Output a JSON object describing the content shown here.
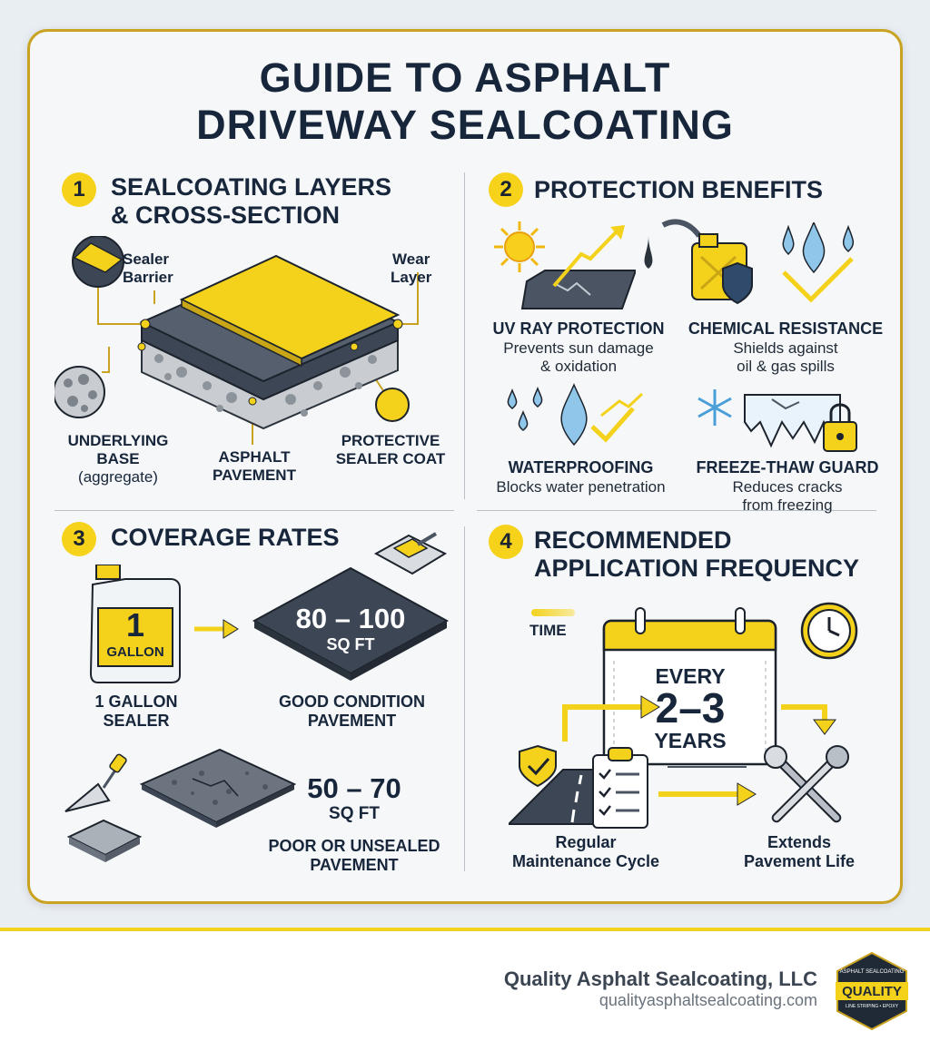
{
  "title": {
    "line1": "GUIDE TO ASPHALT",
    "line2": "DRIVEWAY SEALCOATING"
  },
  "section1": {
    "number": "1",
    "heading_line1": "SEALCOATING LAYERS",
    "heading_line2": "& CROSS-SECTION",
    "labels": {
      "sealer_barrier_1": "Sealer",
      "sealer_barrier_2": "Barrier",
      "wear_layer_1": "Wear",
      "wear_layer_2": "Layer",
      "underlying_base_1": "UNDERLYING",
      "underlying_base_2": "BASE",
      "underlying_base_3": "(aggregate)",
      "asphalt_pavement_1": "ASPHALT",
      "asphalt_pavement_2": "PAVEMENT",
      "protective_coat_1": "PROTECTIVE",
      "protective_coat_2": "SEALER COAT"
    }
  },
  "section2": {
    "number": "2",
    "heading": "PROTECTION BENEFITS",
    "items": [
      {
        "title": "UV RAY PROTECTION",
        "desc1": "Prevents sun damage",
        "desc2": "& oxidation",
        "icon": "sun-icon"
      },
      {
        "title": "CHEMICAL RESISTANCE",
        "desc1": "Shields against",
        "desc2": "oil & gas spills",
        "icon": "gas-can-icon"
      },
      {
        "title": "WATERPROOFING",
        "desc1": "Blocks water penetration",
        "desc2": "",
        "icon": "water-drop-icon"
      },
      {
        "title": "FREEZE-THAW GUARD",
        "desc1": "Reduces cracks",
        "desc2": "from freezing",
        "icon": "snowflake-icon"
      }
    ]
  },
  "section3": {
    "number": "3",
    "heading": "COVERAGE RATES",
    "jug_number": "1",
    "jug_unit": "GALLON",
    "jug_label_1": "1 GALLON",
    "jug_label_2": "SEALER",
    "good_value": "80 – 100",
    "good_unit": "SQ FT",
    "good_label_1": "GOOD CONDITION",
    "good_label_2": "PAVEMENT",
    "poor_value": "50 – 70",
    "poor_unit": "SQ FT",
    "poor_label_1": "POOR OR UNSEALED",
    "poor_label_2": "PAVEMENT"
  },
  "section4": {
    "number": "4",
    "heading_line1": "RECOMMENDED",
    "heading_line2": "APPLICATION FREQUENCY",
    "time_label": "TIME",
    "every": "EVERY",
    "range": "2–3",
    "years": "YEARS",
    "cycle_1": "Regular",
    "cycle_2": "Maintenance Cycle",
    "life_1": "Extends",
    "life_2": "Pavement Life"
  },
  "footer": {
    "company": "Quality Asphalt Sealcoating, LLC",
    "website": "qualityasphaltsealcoating.com",
    "logo_text": "QUALITY",
    "logo_top": "ASPHALT SEALCOATING",
    "logo_bottom": "LINE STRIPING • EPOXY"
  },
  "colors": {
    "accent": "#f7d21a",
    "navy": "#17263a",
    "border": "#c9a21f",
    "asphalt": "#3d4654"
  }
}
